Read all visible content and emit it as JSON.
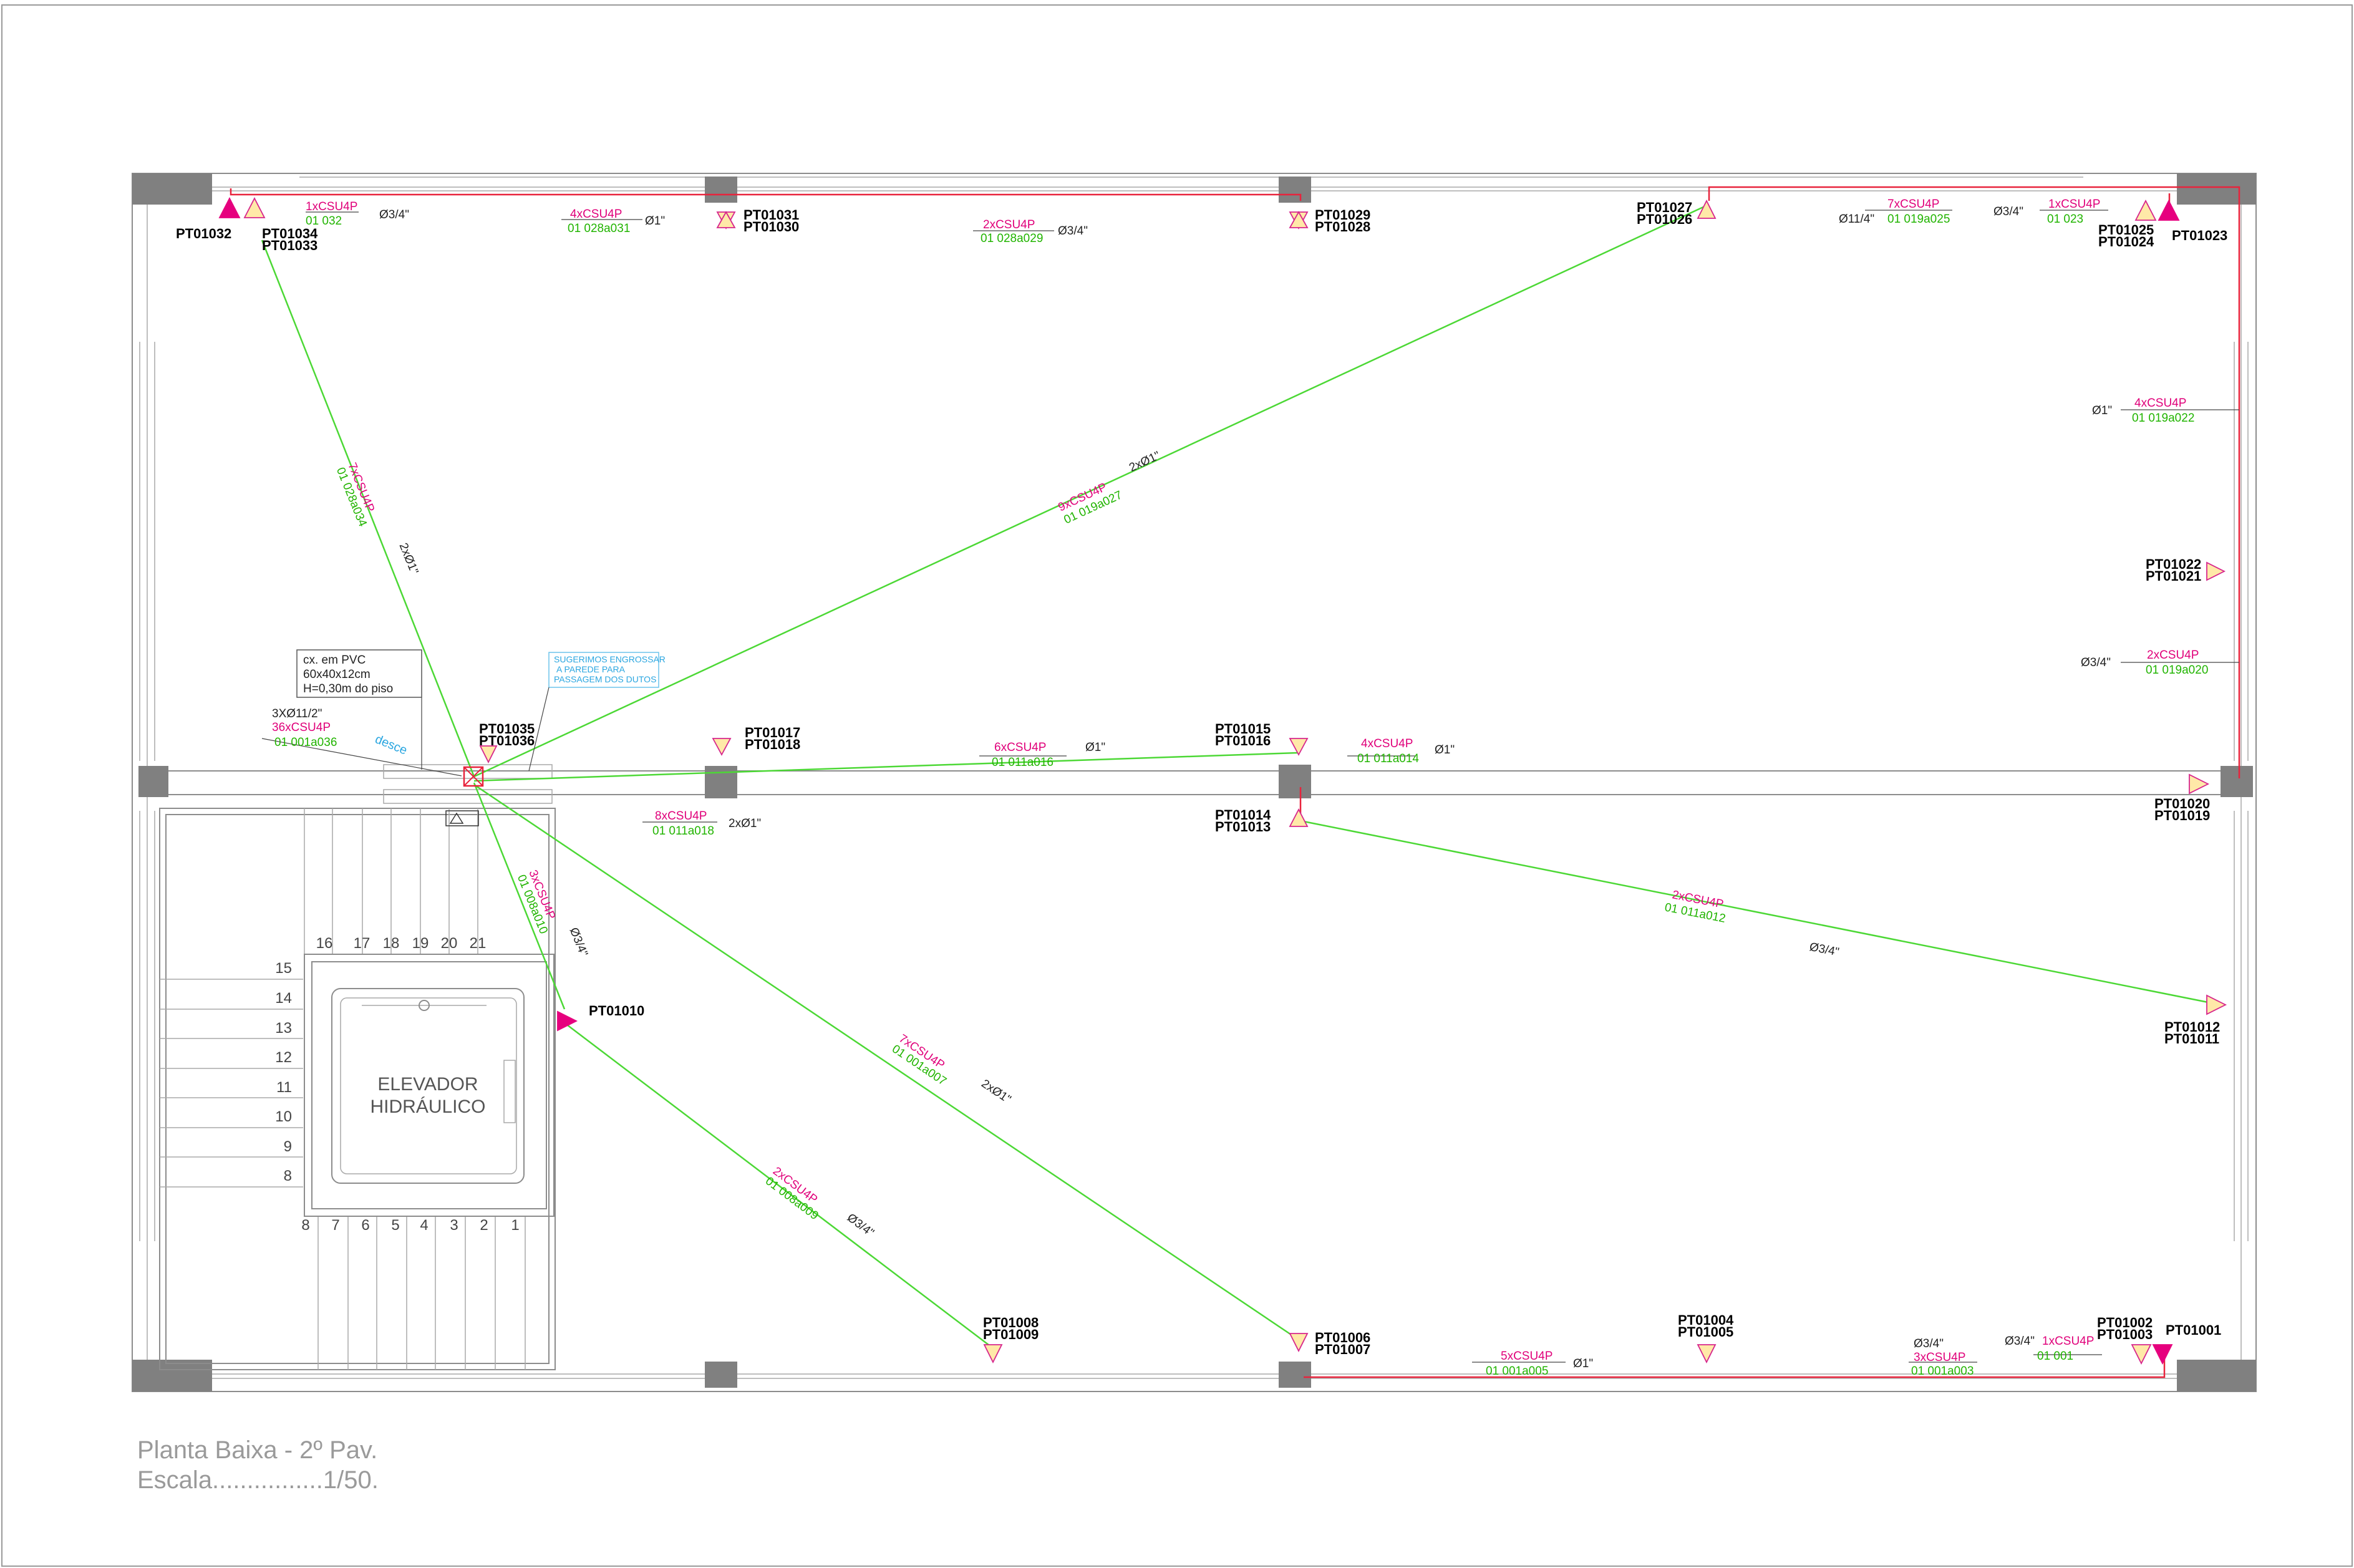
{
  "drawing": {
    "title": "Planta Baixa - 2º Pav.",
    "scale": "Escala................1/50.",
    "colors": {
      "walls": "#8c8c8c",
      "columns": "#808080",
      "green_run": "#4cd835",
      "red_run": "#e8233c",
      "label_magenta": "#e0007a",
      "label_green": "#21b400",
      "note_blue": "#2aa6e0"
    }
  },
  "points": [
    "PT01032",
    "PT01034",
    "PT01033",
    "PT01031",
    "PT01030",
    "PT01029",
    "PT01028",
    "PT01027",
    "PT01026",
    "PT01025",
    "PT01024",
    "PT01023",
    "PT01022",
    "PT01021",
    "PT01035",
    "PT01036",
    "PT01017",
    "PT01018",
    "PT01015",
    "PT01016",
    "PT01014",
    "PT01013",
    "PT01020",
    "PT01019",
    "PT01010",
    "PT01012",
    "PT01011",
    "PT01008",
    "PT01009",
    "PT01006",
    "PT01007",
    "PT01004",
    "PT01005",
    "PT01002",
    "PT01003",
    "PT01001"
  ],
  "cables": [
    {
      "count": "1xCSU4P",
      "code": "01  032",
      "dia": "Ø3/4\""
    },
    {
      "count": "4xCSU4P",
      "code": "01  028a031",
      "dia": "Ø1\""
    },
    {
      "count": "2xCSU4P",
      "code": "01  028a029",
      "dia": "Ø3/4\""
    },
    {
      "count": "7xCSU4P",
      "code": "01  019a025",
      "dia": "Ø11/4\""
    },
    {
      "count": "1xCSU4P",
      "code": "01  023",
      "dia": "Ø3/4\""
    },
    {
      "count": "4xCSU4P",
      "code": "01  019a022",
      "dia": "Ø1\""
    },
    {
      "count": "2xCSU4P",
      "code": "01  019a020",
      "dia": "Ø3/4\""
    },
    {
      "count": "6xCSU4P",
      "code": "01  011a016",
      "dia": "Ø1\""
    },
    {
      "count": "4xCSU4P",
      "code": "01  011a014",
      "dia": "Ø1\""
    },
    {
      "count": "8xCSU4P",
      "code": "01  011a018",
      "dia": "2xØ1\""
    },
    {
      "count": "2xCSU4P",
      "code": "01  011a012",
      "dia": "Ø3/4\""
    },
    {
      "count": "5xCSU4P",
      "code": "01  001a005",
      "dia": "Ø1\""
    },
    {
      "count": "3xCSU4P",
      "code": "01  001a003",
      "dia": "Ø3/4\""
    },
    {
      "count": "1xCSU4P",
      "code": "01  001",
      "dia": "Ø3/4\""
    },
    {
      "count": "36xCSU4P",
      "code": "01  001a036",
      "dia": "3XØ11/2\""
    }
  ],
  "diagonals": [
    {
      "count": "7xCSU4P",
      "code": "01  028a034",
      "dia": "2xØ1\""
    },
    {
      "count": "9xCSU4P",
      "code": "01  019a027",
      "dia": "2xØ1\""
    },
    {
      "count": "3xCSU4P",
      "code": "01  008a010",
      "dia": "Ø3/4\""
    },
    {
      "count": "7xCSU4P",
      "code": "01  001a007",
      "dia": "2xØ1\""
    },
    {
      "count": "2xCSU4P",
      "code": "01  008a009",
      "dia": "Ø3/4\""
    }
  ],
  "notes": {
    "box_line1": "cx. em PVC",
    "box_line2": "60x40x12cm",
    "box_line3": "H=0,30m  do piso",
    "suggest_line1": "SUGERIMOS ENGROSSAR",
    "suggest_line2": "A PAREDE PARA",
    "suggest_line3": "PASSAGEM DOS DUTOS",
    "desce": "desce"
  },
  "elevator": {
    "line1": "ELEVADOR",
    "line2": "HIDRÁULICO"
  },
  "stairs": {
    "top": [
      "16",
      "17",
      "18",
      "19",
      "20",
      "21"
    ],
    "side": [
      "15",
      "14",
      "13",
      "12",
      "11",
      "10",
      "9",
      "8"
    ],
    "bottom": [
      "8",
      "7",
      "6",
      "5",
      "4",
      "3",
      "2",
      "1"
    ]
  }
}
